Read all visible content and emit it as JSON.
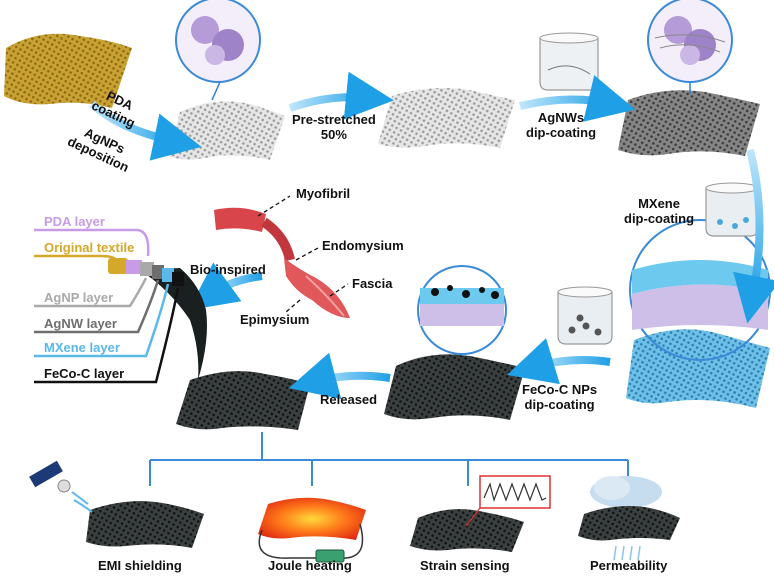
{
  "steps": {
    "pda_line1": "PDA",
    "pda_line2": "coating",
    "agnp_line1": "AgNPs",
    "agnp_line2": "deposition",
    "prestretch_line1": "Pre-stretched",
    "prestretch_line2": "50%",
    "agnw_line1": "AgNWs",
    "agnw_line2": "dip-coating",
    "mxene_line1": "MXene",
    "mxene_line2": "dip-coating",
    "feco_line1": "FeCo-C NPs",
    "feco_line2": "dip-coating",
    "released": "Released",
    "bio": "Bio-inspired"
  },
  "anatomy": {
    "myofibril": "Myofibril",
    "endomysium": "Endomysium",
    "fascia": "Fascia",
    "epimysium": "Epimysium"
  },
  "layers": [
    {
      "label": "PDA layer",
      "color": "#c89be6"
    },
    {
      "label": "Original textile",
      "color": "#d4a829"
    },
    {
      "label": "AgNP layer",
      "color": "#a9a9a9"
    },
    {
      "label": "AgNW layer",
      "color": "#6e6e6e"
    },
    {
      "label": "MXene layer",
      "color": "#5ab8ea"
    },
    {
      "label": "FeCo-C layer",
      "color": "#111111"
    }
  ],
  "applications": [
    "EMI shielding",
    "Joule heating",
    "Strain sensing",
    "Permeability"
  ]
}
